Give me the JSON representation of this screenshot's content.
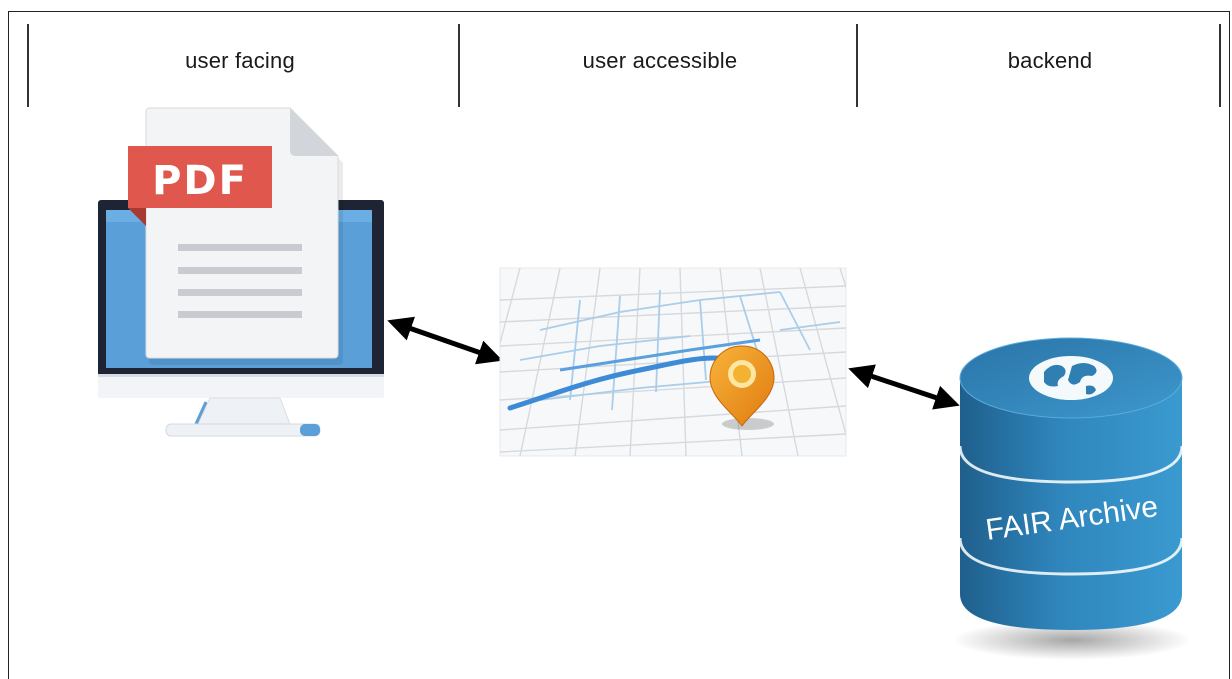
{
  "columns": [
    {
      "label": "user facing"
    },
    {
      "label": "user accessible"
    },
    {
      "label": "backend"
    }
  ],
  "icons": {
    "document": {
      "name": "pdf-document-icon",
      "label": "PDF"
    },
    "monitor": {
      "name": "computer-monitor-icon"
    },
    "map": {
      "name": "street-map-with-pin-icon"
    },
    "database": {
      "name": "database-globe-icon",
      "label": "FAIR Archive"
    }
  },
  "connections": [
    {
      "from": "user facing",
      "to": "user accessible",
      "direction": "bidirectional"
    },
    {
      "from": "user accessible",
      "to": "backend",
      "direction": "bidirectional"
    }
  ],
  "colors": {
    "pdf_badge": "#e0574d",
    "monitor_screen": "#5b9fd8",
    "monitor_bezel": "#1e2433",
    "map_route": "#3d8ad6",
    "map_pin": "#f2a02a",
    "database": "#2e7fb5"
  }
}
